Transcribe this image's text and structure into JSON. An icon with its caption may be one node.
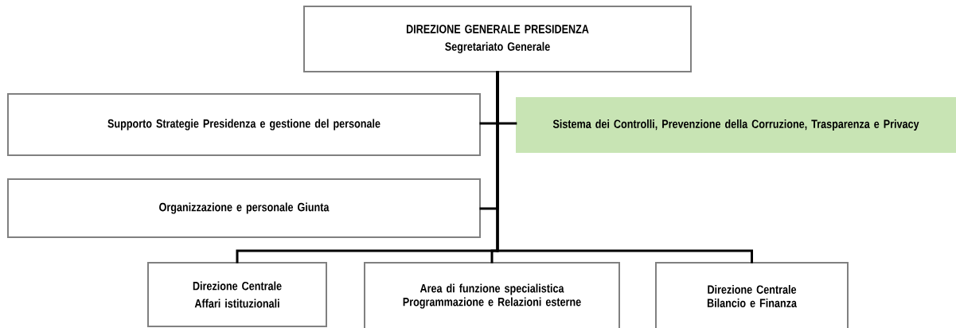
{
  "diagram": {
    "nodes": [
      {
        "text": [
          "DIREZIONE GENERALE PRESIDENZA",
          "Segretariato Generale"
        ]
      },
      {
        "text": [
          "Supporto Strategie Presidenza e gestione del personale"
        ]
      },
      {
        "text": [
          "Sistema dei Controlli, Prevenzione della Corruzione, Trasparenza e Privacy"
        ]
      },
      {
        "text": [
          "Organizzazione e personale Giunta"
        ]
      },
      {
        "text": [
          "Direzione Centrale",
          "Affari istituzionali"
        ]
      },
      {
        "text": [
          "Area di funzione specialistica Programmazione e Relazioni esterne"
        ]
      },
      {
        "text": [
          "Direzione Centrale Bilancio e Finanza"
        ]
      }
    ],
    "edges": [
      {
        "from": 0,
        "to": 1,
        "arrow": "none"
      },
      {
        "from": 0,
        "to": 2,
        "arrow": "none"
      },
      {
        "from": 0,
        "to": 3,
        "arrow": "none"
      },
      {
        "from": 0,
        "to": 4,
        "arrow": "none"
      },
      {
        "from": 0,
        "to": 5,
        "arrow": "none"
      },
      {
        "from": 0,
        "to": 6,
        "arrow": "none"
      }
    ]
  }
}
